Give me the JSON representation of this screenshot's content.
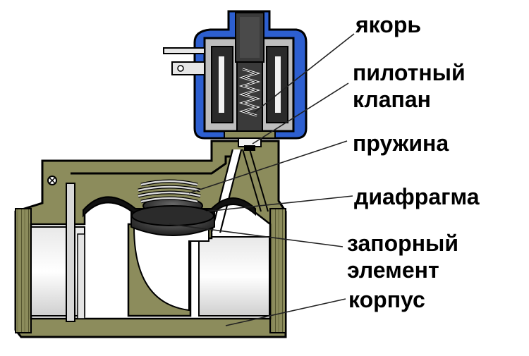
{
  "labels": {
    "armature": "якорь",
    "pilot_valve_line1": "пилотный",
    "pilot_valve_line2": "клапан",
    "spring": "пружина",
    "diaphragm": "диафрагма",
    "closing_element_line1": "запорный",
    "closing_element_line2": "элемент",
    "body": "корпус"
  },
  "colors": {
    "body_fill": "#8c8c5c",
    "body_dark": "#55552f",
    "coil_housing": "#2d5fd0",
    "coil_dark": "#2a2a2a",
    "coil_light": "#e6e6e6",
    "pipe_light": "#f2f2f2",
    "leader_line": "#222222",
    "background": "#ffffff"
  }
}
